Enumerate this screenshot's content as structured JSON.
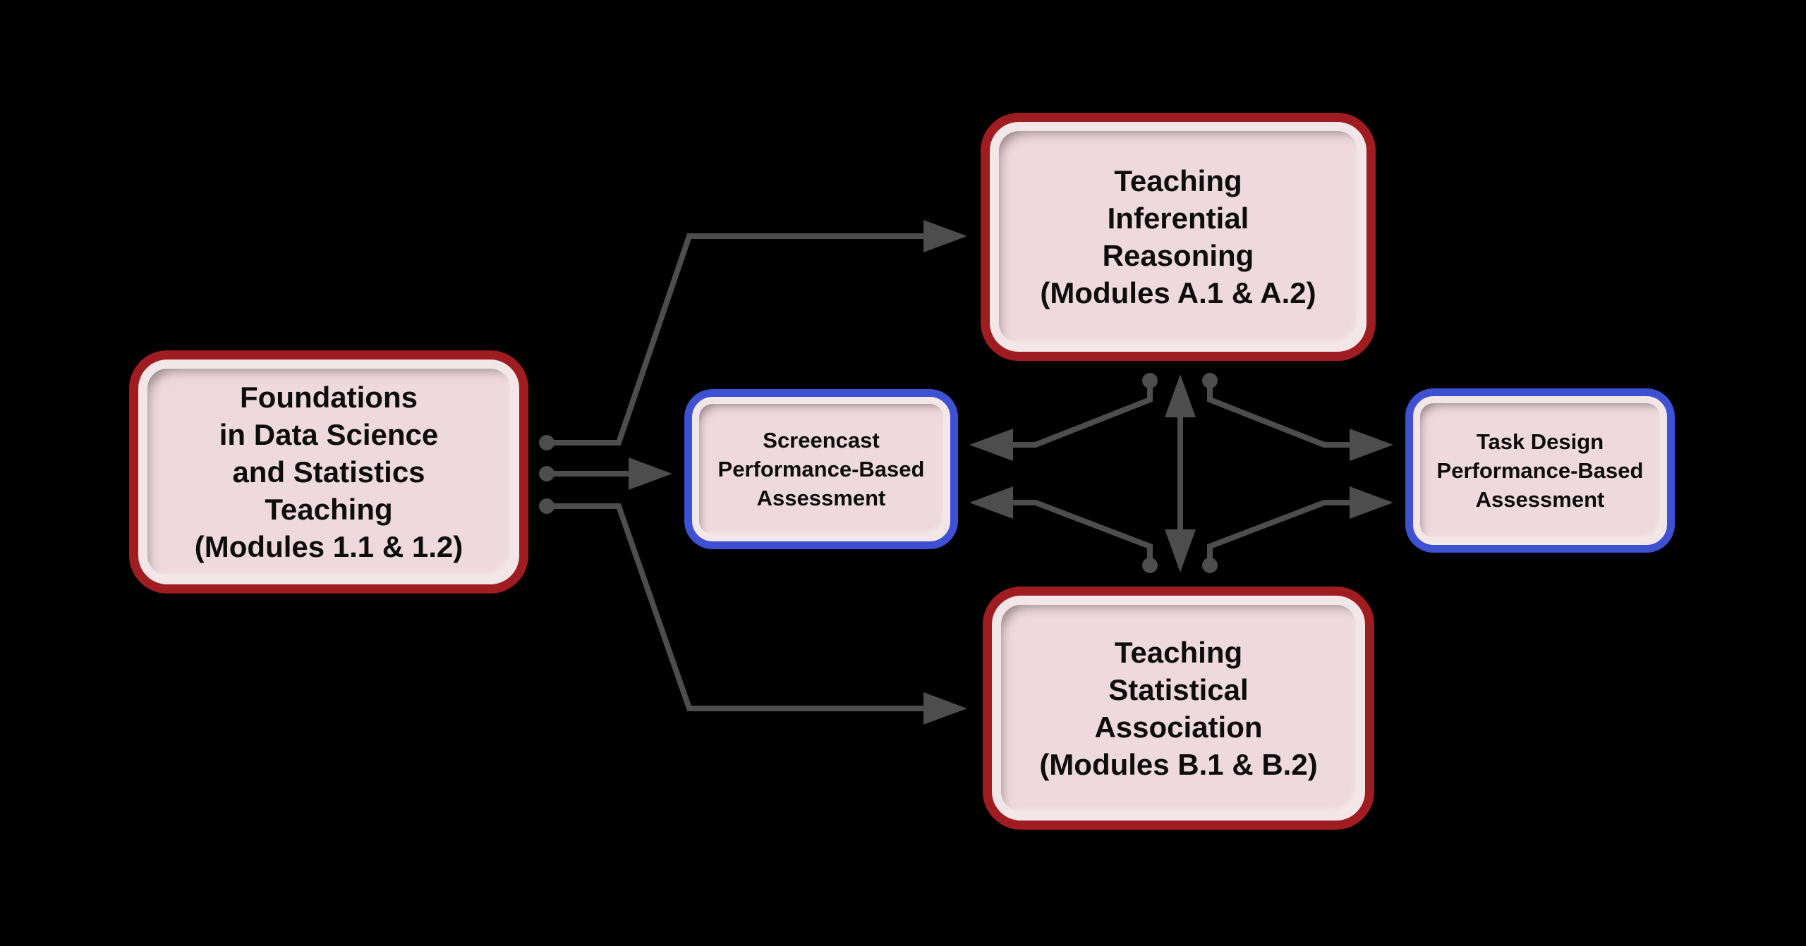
{
  "colors": {
    "background": "#000000",
    "module_node_border": "#9f1d21",
    "assessment_node_border": "#3e51d3",
    "node_fill": "#eed9de",
    "connector": "#4d4d4d",
    "text": "#0d0d0d"
  },
  "nodes": {
    "foundations": {
      "border_color": "#9f1d21",
      "lines": [
        "Foundations",
        "in Data Science",
        "and Statistics",
        "Teaching",
        "(Modules 1.1 & 1.2)"
      ]
    },
    "inferential": {
      "border_color": "#9f1d21",
      "lines": [
        "Teaching",
        "Inferential",
        "Reasoning",
        "(Modules A.1 & A.2)"
      ]
    },
    "statistical": {
      "border_color": "#9f1d21",
      "lines": [
        "Teaching",
        "Statistical",
        "Association",
        "(Modules B.1 & B.2)"
      ]
    },
    "screencast": {
      "border_color": "#3e51d3",
      "lines": [
        "Screencast",
        "Performance-Based",
        "Assessment"
      ]
    },
    "task_design": {
      "border_color": "#3e51d3",
      "lines": [
        "Task Design",
        "Performance-Based",
        "Assessment"
      ]
    }
  },
  "edges": [
    {
      "from": "foundations",
      "to": "inferential",
      "style": "arrow"
    },
    {
      "from": "foundations",
      "to": "screencast",
      "style": "arrow"
    },
    {
      "from": "foundations",
      "to": "statistical",
      "style": "arrow"
    },
    {
      "from": "inferential",
      "to": "screencast",
      "style": "arrow"
    },
    {
      "from": "statistical",
      "to": "screencast",
      "style": "arrow"
    },
    {
      "from": "inferential",
      "to": "task_design",
      "style": "arrow"
    },
    {
      "from": "statistical",
      "to": "task_design",
      "style": "arrow"
    },
    {
      "from": "inferential",
      "to": "statistical",
      "style": "double-arrow"
    }
  ]
}
